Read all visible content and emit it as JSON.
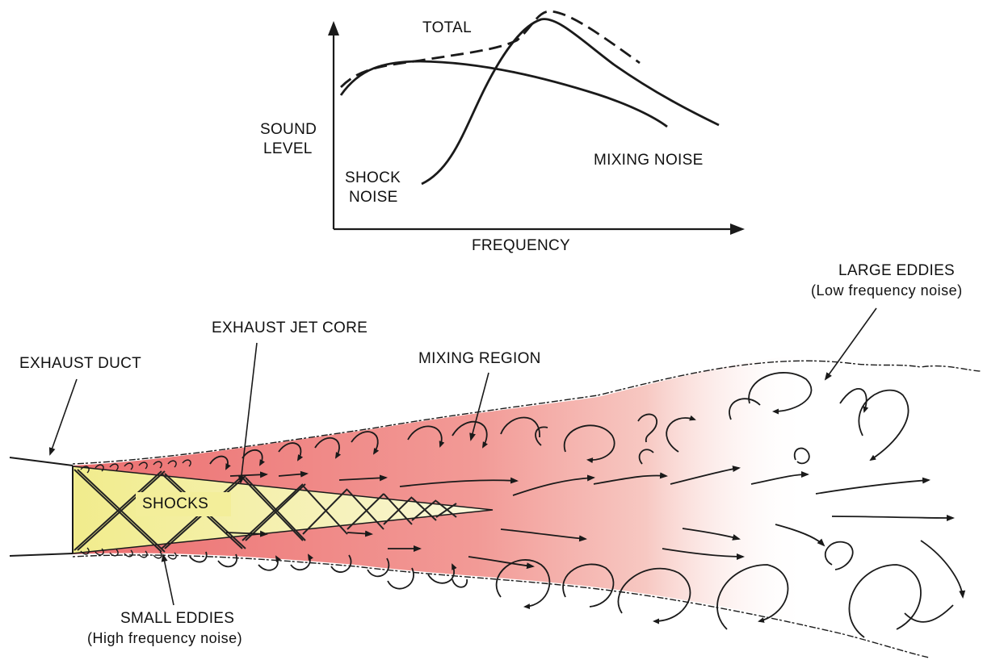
{
  "chart": {
    "y_axis_label_line1": "SOUND",
    "y_axis_label_line2": "LEVEL",
    "x_axis_label": "FREQUENCY",
    "curve_labels": {
      "total": "TOTAL",
      "mixing": "MIXING NOISE",
      "shock_line1": "SHOCK",
      "shock_line2": "NOISE"
    }
  },
  "diagram": {
    "exhaust_duct": "EXHAUST DUCT",
    "jet_core": "EXHAUST JET CORE",
    "mixing_region": "MIXING REGION",
    "shocks": "SHOCKS",
    "large_eddies": "LARGE EDDIES",
    "large_eddies_note": "(Low frequency noise)",
    "small_eddies": "SMALL EDDIES",
    "small_eddies_note": "(High frequency noise)"
  },
  "colors": {
    "core_yellow": "#f3ee9a",
    "plume_red": "#ee7a78",
    "line": "#1a1a1a"
  }
}
